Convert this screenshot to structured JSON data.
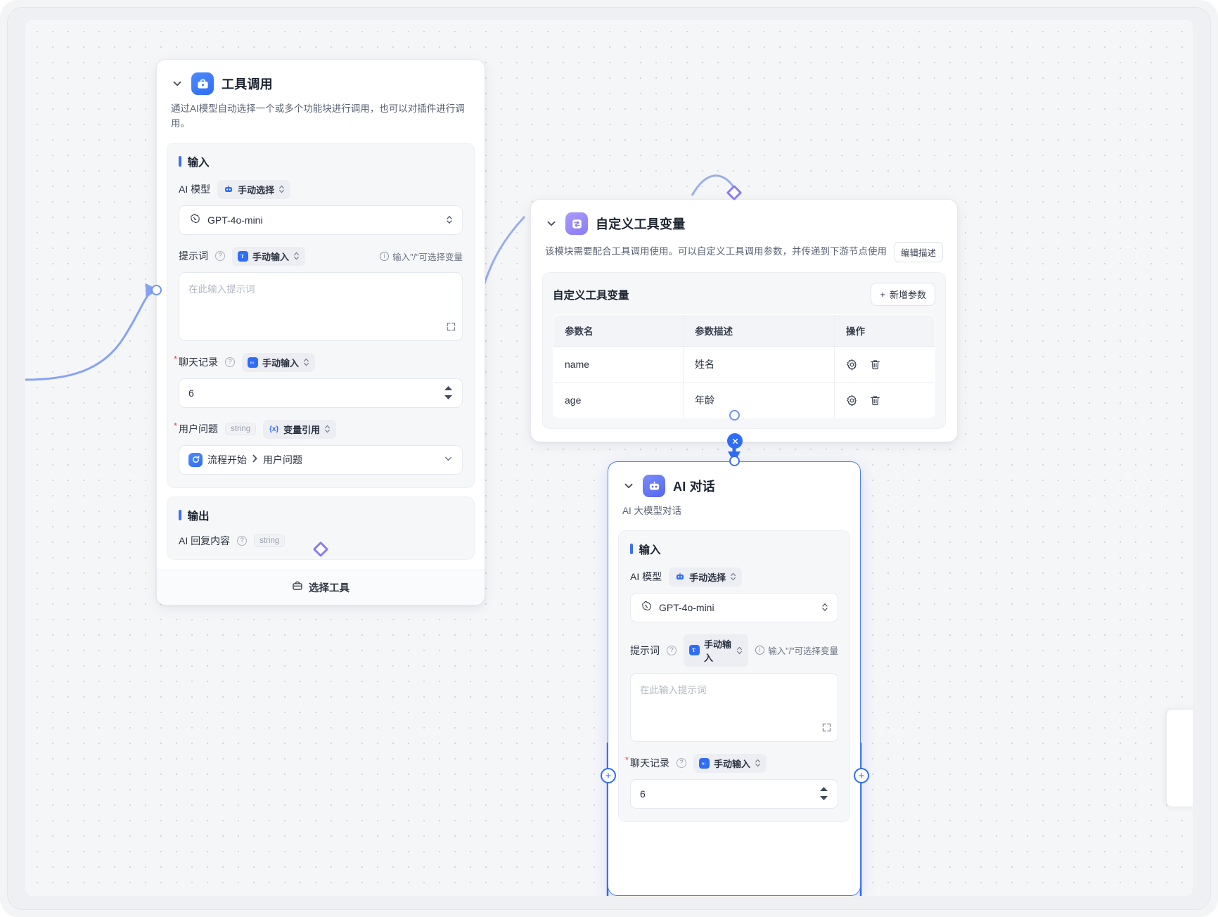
{
  "canvas": {
    "background_color": "#f5f6f8",
    "accent_color": "#2f6df6",
    "purple_accent": "#8b7bf4"
  },
  "nodes": {
    "tool_call": {
      "title": "工具调用",
      "icon": "briefcase-icon",
      "description": "通过AI模型自动选择一个或多个功能块进行调用，也可以对插件进行调用。",
      "input_section_label": "输入",
      "output_section_label": "输出",
      "fields": {
        "model_label": "AI 模型",
        "model_mode": "手动选择",
        "model_value": "GPT-4o-mini",
        "prompt_label": "提示词",
        "prompt_mode": "手动输入",
        "prompt_hint": "输入\"/\"可选择变量",
        "prompt_placeholder": "在此输入提示词",
        "chat_label": "聊天记录",
        "chat_mode": "手动输入",
        "chat_value": "6",
        "question_label": "用户问题",
        "question_type": "string",
        "question_mode": "变量引用",
        "question_ref_node": "流程开始",
        "question_ref_field": "用户问题"
      },
      "output": {
        "label": "AI 回复内容",
        "type": "string"
      },
      "footer_button": "选择工具"
    },
    "tool_vars": {
      "title": "自定义工具变量",
      "icon": "variable-swap-icon",
      "description": "该模块需要配合工具调用使用。可以自定义工具调用参数，并传递到下游节点使用",
      "edit_desc_button": "编辑描述",
      "table_title": "自定义工具变量",
      "add_button": "新增参数",
      "columns": [
        "参数名",
        "参数描述",
        "操作"
      ],
      "rows": [
        {
          "name": "name",
          "desc": "姓名"
        },
        {
          "name": "age",
          "desc": "年龄"
        }
      ]
    },
    "ai_chat": {
      "title": "AI 对话",
      "icon": "robot-icon",
      "description": "AI 大模型对话",
      "input_section_label": "输入",
      "fields": {
        "model_label": "AI 模型",
        "model_mode": "手动选择",
        "model_value": "GPT-4o-mini",
        "prompt_label": "提示词",
        "prompt_mode": "手动输入",
        "prompt_hint": "输入\"/\"可选择变量",
        "prompt_placeholder": "在此输入提示词",
        "chat_label": "聊天记录",
        "chat_mode": "手动输入",
        "chat_value": "6"
      }
    }
  }
}
